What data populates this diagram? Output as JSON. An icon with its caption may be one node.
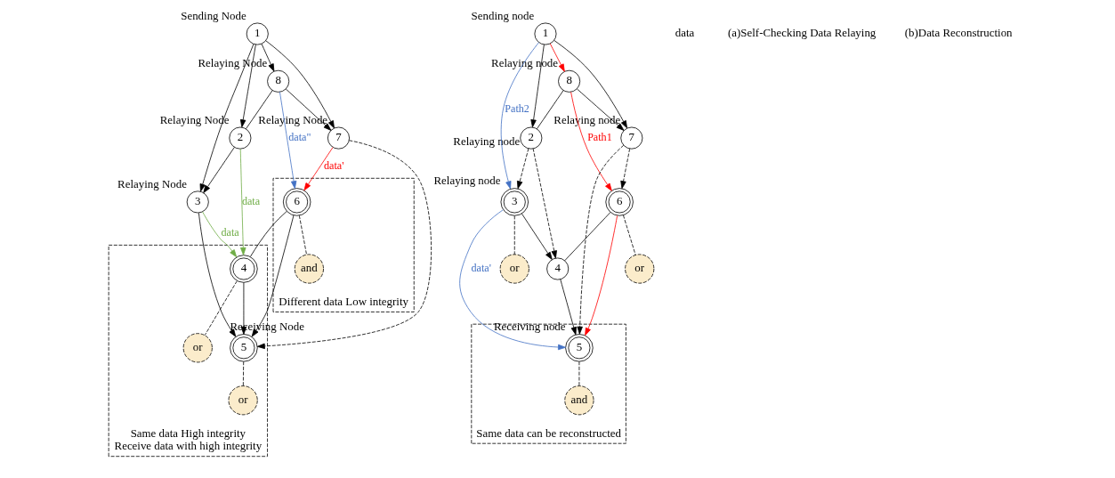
{
  "diagram": {
    "nodes": [
      {
        "text": [
          "Different data Low integrity"
        ]
      },
      {
        "text": [
          "Same data High integrity",
          "Receive data with high integrity"
        ]
      },
      {
        "text": [
          "1"
        ],
        "beside": [
          "Sending Node"
        ]
      },
      {
        "text": [
          "8"
        ],
        "beside": [
          "Relaying Node"
        ]
      },
      {
        "text": [
          "2"
        ],
        "beside": [
          "Relaying Node"
        ]
      },
      {
        "text": [
          "7"
        ],
        "beside": [
          "Relaying Node"
        ]
      },
      {
        "text": [
          "3"
        ],
        "beside": [
          "Relaying Node"
        ]
      },
      {
        "text": [
          "6"
        ],
        "in": 0
      },
      {
        "text": [
          "and"
        ],
        "in": 0
      },
      {
        "text": [
          "4"
        ],
        "in": 1
      },
      {
        "text": [
          "or"
        ],
        "in": 1
      },
      {
        "text": [
          "5"
        ],
        "in": 1,
        "beside": [
          "Receiving Node"
        ]
      },
      {
        "text": [
          "or"
        ],
        "in": 1
      },
      {
        "text": [
          "Same data can be reconstructed"
        ]
      },
      {
        "text": [
          "1"
        ],
        "beside": [
          "Sending node"
        ]
      },
      {
        "text": [
          "8"
        ],
        "beside": [
          "Relaying node"
        ]
      },
      {
        "text": [
          "2"
        ],
        "beside": [
          "Relaying node"
        ]
      },
      {
        "text": [
          "7"
        ],
        "beside": [
          "Relaying node"
        ]
      },
      {
        "text": [
          "3"
        ],
        "beside": [
          "Relaying node"
        ]
      },
      {
        "text": [
          "or"
        ]
      },
      {
        "text": [
          "6"
        ]
      },
      {
        "text": [
          "or"
        ]
      },
      {
        "text": [
          "4"
        ]
      },
      {
        "text": [
          "5"
        ],
        "in": 13,
        "beside": [
          "Receiving node"
        ]
      },
      {
        "text": [
          "and"
        ],
        "in": 13
      }
    ],
    "edges": [
      {
        "from": 2,
        "to": 3,
        "arrow": "to"
      },
      {
        "from": 2,
        "to": 4,
        "arrow": "to"
      },
      {
        "from": 2,
        "to": 5,
        "arrow": "to"
      },
      {
        "from": 2,
        "to": 6,
        "arrow": "to"
      },
      {
        "from": 3,
        "to": 4,
        "arrow": "none"
      },
      {
        "from": 3,
        "to": 5,
        "arrow": "to"
      },
      {
        "from": 4,
        "to": 6,
        "arrow": "to"
      },
      {
        "from": 3,
        "to": 7,
        "arrow": "to",
        "label": "data\"",
        "color": "#4472c4"
      },
      {
        "from": 4,
        "to": 9,
        "arrow": "to",
        "label": "data",
        "color": "#70ad47"
      },
      {
        "from": 6,
        "to": 9,
        "arrow": "to",
        "label": "data",
        "color": "#70ad47"
      },
      {
        "from": 6,
        "to": 11,
        "arrow": "to"
      },
      {
        "from": 5,
        "to": 7,
        "arrow": "to",
        "label": "data'",
        "color": "#ff0000"
      },
      {
        "from": 5,
        "to": 11,
        "arrow": "to",
        "style": "dashed"
      },
      {
        "from": 7,
        "to": 9,
        "arrow": "none"
      },
      {
        "from": 7,
        "to": 11,
        "arrow": "to"
      },
      {
        "from": 9,
        "to": 11,
        "arrow": "to"
      },
      {
        "from": 7,
        "to": 8,
        "arrow": "none",
        "style": "dashed"
      },
      {
        "from": 9,
        "to": 10,
        "arrow": "none",
        "style": "dashed"
      },
      {
        "from": 11,
        "to": 12,
        "arrow": "none",
        "style": "dashed"
      },
      {
        "from": 14,
        "to": 15,
        "arrow": "to",
        "color": "#ff0000"
      },
      {
        "from": 14,
        "to": 16,
        "arrow": "to"
      },
      {
        "from": 14,
        "to": 17,
        "arrow": "to"
      },
      {
        "from": 14,
        "to": 18,
        "arrow": "to",
        "label": "Path2",
        "color": "#4472c4"
      },
      {
        "from": 15,
        "to": 16,
        "arrow": "none"
      },
      {
        "from": 15,
        "to": 17,
        "arrow": "to"
      },
      {
        "from": 15,
        "to": 20,
        "arrow": "to",
        "label": "Path1",
        "color": "#ff0000"
      },
      {
        "from": 16,
        "to": 18,
        "arrow": "to",
        "style": "dashed"
      },
      {
        "from": 16,
        "to": 22,
        "arrow": "to",
        "style": "dashed"
      },
      {
        "from": 18,
        "to": 22,
        "arrow": "to"
      },
      {
        "from": 18,
        "to": 23,
        "arrow": "to",
        "label": "data'",
        "color": "#4472c4"
      },
      {
        "from": 17,
        "to": 20,
        "arrow": "to",
        "style": "dashed"
      },
      {
        "from": 17,
        "to": 23,
        "arrow": "to",
        "style": "dashed"
      },
      {
        "from": 20,
        "to": 22,
        "arrow": "none"
      },
      {
        "from": 20,
        "to": 23,
        "arrow": "to",
        "color": "#ff0000"
      },
      {
        "from": 22,
        "to": 23,
        "arrow": "to"
      },
      {
        "from": 18,
        "to": 19,
        "arrow": "none",
        "style": "dashed"
      },
      {
        "from": 20,
        "to": 21,
        "arrow": "none",
        "style": "dashed"
      },
      {
        "from": 23,
        "to": 24,
        "arrow": "none",
        "style": "dashed"
      }
    ],
    "labels": [
      "data",
      "(a)Self-Checking Data Relaying",
      "(b)Data Reconstruction"
    ]
  }
}
